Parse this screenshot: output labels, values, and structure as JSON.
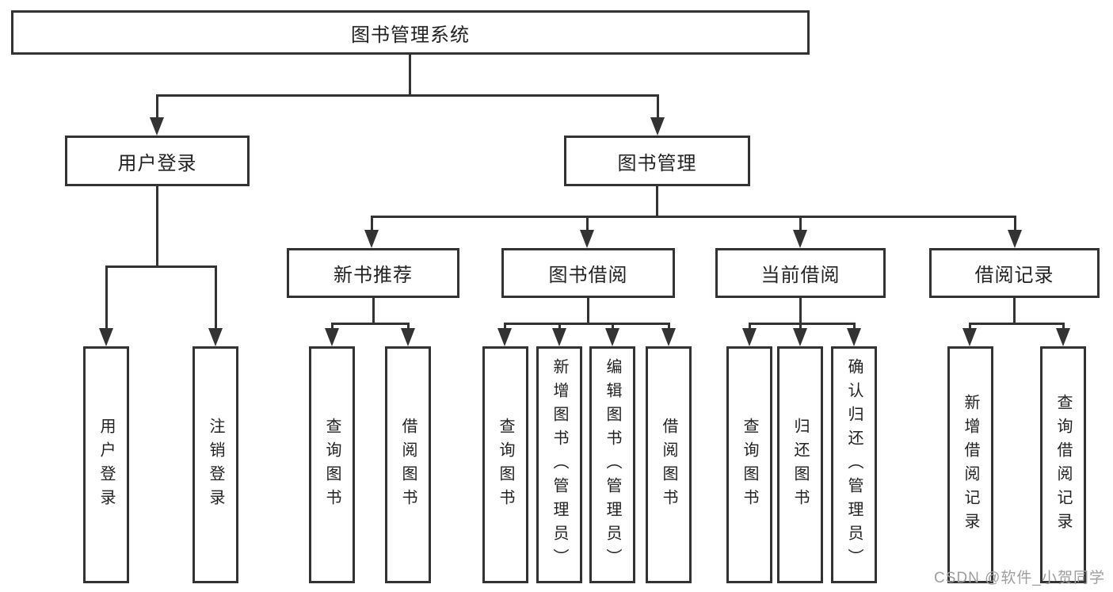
{
  "title": {
    "label": "图书管理系统"
  },
  "level2": {
    "user_login": "用户登录",
    "book_mgmt": "图书管理"
  },
  "level3": {
    "new_book_rec": "新书推荐",
    "book_borrow": "图书借阅",
    "current_borrow": "当前借阅",
    "borrow_records": "借阅记录"
  },
  "leaves": {
    "user_login": [
      "用户登录",
      "注销登录"
    ],
    "new_book_rec": [
      "查询图书",
      "借阅图书"
    ],
    "book_borrow": [
      "查询图书",
      "新增图书（管理员）",
      "编辑图书（管理员）",
      "借阅图书"
    ],
    "current_borrow": [
      "查询图书",
      "归还图书",
      "确认归还（管理员）"
    ],
    "borrow_records": [
      "新增借阅记录",
      "查询借阅记录"
    ]
  },
  "watermark": "CSDN @软件_小贺同学",
  "colors": {
    "line": "#333333",
    "text": "#222222",
    "watermark": "#9e9e9e",
    "background": "#ffffff"
  }
}
